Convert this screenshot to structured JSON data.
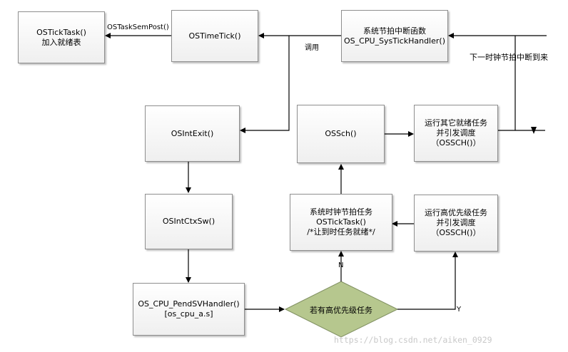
{
  "nodes": {
    "ostick_task": {
      "line1": "OSTickTask()",
      "line2": "加入就绪表"
    },
    "ostime_tick": {
      "line1": "OSTimeTick()"
    },
    "systick_handler": {
      "line1": "系统节拍中断函数",
      "line2": "OS_CPU_SysTickHandler()"
    },
    "osint_exit": {
      "line1": "OSIntExit()"
    },
    "ossch": {
      "line1": "OSSch()"
    },
    "run_other_task": {
      "line1": "运行其它就绪任务",
      "line2": "并引发调度",
      "line3": "（OSSCH()）"
    },
    "osint_ctxsw": {
      "line1": "OSIntCtxSw()"
    },
    "systick_task": {
      "line1": "系统时钟节拍任务",
      "line2": "OSTickTask()",
      "line3": "/*让到时任务就绪*/"
    },
    "run_high_task": {
      "line1": "运行高优先级任务",
      "line2": "并引发调度",
      "line3": "（OSSCH()）"
    },
    "pendsv_handler": {
      "line1": "OS_CPU_PendSVHandler()",
      "line2": "[os_cpu_a.s]"
    },
    "decision": {
      "label": "若有高优先级任务"
    }
  },
  "edge_labels": {
    "sem_post": "OSTaskSemPost()",
    "call": "调用",
    "next_tick": "下一时钟节拍中断到来",
    "no": "N",
    "yes": "Y"
  },
  "watermark": "https://blog.csdn.net/aiken_0929",
  "colors": {
    "decision_fill": "#b6c78e",
    "line": "#000000",
    "watermark": "#c8c8c8"
  }
}
